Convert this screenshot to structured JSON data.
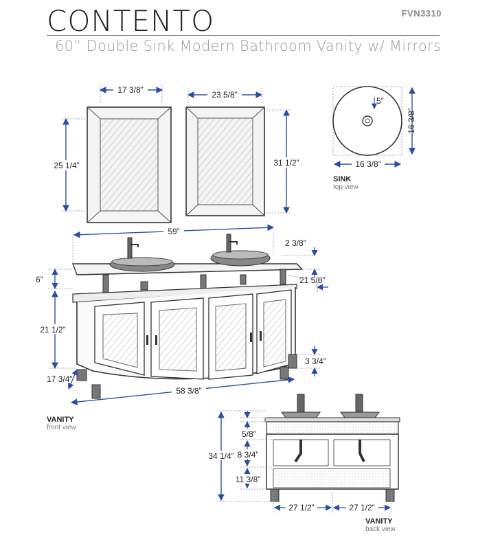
{
  "header": {
    "brand": "CONTENTO",
    "model": "FVN3310",
    "subtitle": "60” Double Sink Modern Bathroom Vanity w/ Mirrors"
  },
  "colors": {
    "dimension_line": "#2b4fa0",
    "outline": "#333333",
    "guide": "#9fa8c8"
  },
  "mirrors": {
    "left_width": "17 3/8”",
    "left_height": "25 1/4”",
    "right_width": "23 5/8”",
    "right_height": "31 1/2”"
  },
  "sink": {
    "drain_depth": "5”",
    "height": "16 3/8”",
    "width": "16 3/8”",
    "title": "SINK",
    "view": "top view"
  },
  "vanity_front": {
    "top_width": "59”",
    "top_thickness": "2 3/8”",
    "faucet_clearance": "21 5/8”",
    "shelf_gap": "6”",
    "cabinet_height": "21 1/2”",
    "leg_height": "3 3/4”",
    "depth": "17 3/4”",
    "base_width": "58 3/8”",
    "title": "VANITY",
    "view": "front view"
  },
  "vanity_back": {
    "total_height": "34 1/4”",
    "top_gap": "5/8”",
    "upper_opening": "8 3/4”",
    "lower_opening": "11 3/8”",
    "left_width": "27 1/2”",
    "right_width": "27 1/2”",
    "title": "VANITY",
    "view": "back view"
  }
}
